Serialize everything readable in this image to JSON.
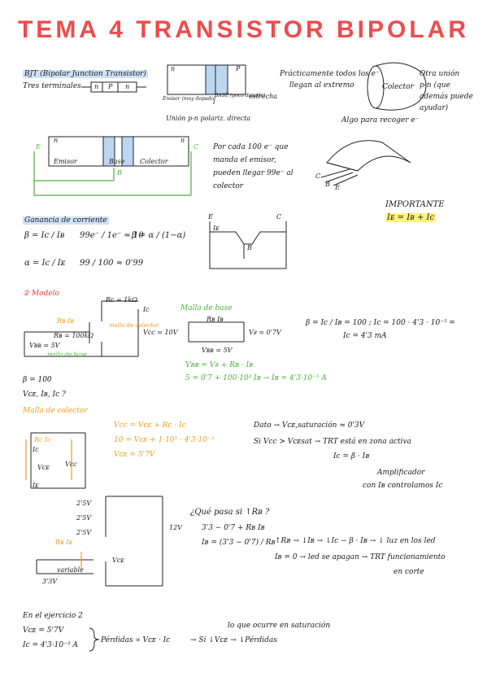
{
  "title": "TEMA 4 TRANSISTOR BIPOLAR",
  "bjt": {
    "heading": "BJT (Bipolar Junction Transistor)",
    "terminals": "Tres terminales",
    "n1": "n",
    "p": "P",
    "n2": "n",
    "emisor_note": "Emisor (muy dopado)",
    "base_note": "BASE (poco dopada)",
    "estrecha": "estrecha",
    "union": "Unión p-n polariz. directa",
    "tiny_n": "n",
    "tiny_p": "P",
    "tiny_i": "i"
  },
  "electrons": {
    "line1": "Prácticamente todos los e⁻",
    "line2": "llegan al extremo",
    "collector": "Colector",
    "recoger": "Algo para recoger e⁻",
    "otra1": "Otra unión",
    "otra2": "p-n (que",
    "otra3": "además puede",
    "otra4": "ayudar)"
  },
  "circuit1": {
    "n1": "n",
    "n2": "n",
    "E": "E",
    "C": "C",
    "B": "B",
    "emisor": "Emisor",
    "base": "Base",
    "colector": "Colector",
    "note1": "Por cada 100 e⁻ que",
    "note2": "manda el emisor,",
    "note3": "pueden llegar 99e⁻ al",
    "note4": "colector"
  },
  "shape3d": {
    "C": "C",
    "B": "B",
    "E": "E"
  },
  "important": {
    "label": "IMPORTANTE",
    "formula": "Iᴇ = Iʙ + Iᴄ"
  },
  "gain": {
    "heading": "Ganancia de corriente",
    "beta_def": "β = Ic / Iʙ",
    "beta_num": "99e⁻ / 1e⁻ ≈ 10",
    "beta_alpha": "β = α / (1−α)",
    "alpha_def": "α = Ic / Iᴇ",
    "alpha_num": "99 / 100 ≈ 0'99"
  },
  "circuit2": {
    "E": "E",
    "C": "C",
    "B": "B",
    "Ie": "Iᴇ"
  },
  "mosfet": {
    "heading": "② Modelo",
    "rc": "Rc = 1kΩ",
    "ic": "Ic",
    "rb_ib": "Rʙ Iʙ",
    "rb": "Rʙ = 100kΩ",
    "vbb": "Vʙʙ = 5V",
    "vcc": "Vcc = 10V",
    "malla_col": "malla de colector",
    "malla_base": "malla de base",
    "beta": "β = 100",
    "ask": "Vᴄᴇ, Iʙ, Ic ?"
  },
  "base_mesh": {
    "heading": "Malla de base",
    "rb_ib": "Rʙ  Iʙ",
    "vf": "Vғ = 0'7V",
    "vbb": "Vʙʙ = 5V",
    "eq1": "Vʙʙ = Vғ + Rʙ · Iʙ",
    "eq2": "5 = 0'7 + 100·10³ Iʙ → Iʙ = 4'3·10⁻⁵ A"
  },
  "beta_result": {
    "eq1": "β = Ic / Iʙ = 100 ;  Ic = 100 · 4'3 · 10⁻⁵ =",
    "eq2": "Ic = 4'3 mA"
  },
  "collector_mesh": {
    "heading": "Malla de colector",
    "rc_ic": "Rc Ic",
    "ic": "Ic",
    "vce": "Vᴄᴇ",
    "vcc": "Vcc",
    "ie": "Iᴇ",
    "eq1": "Vcc = Vᴄᴇ + Rc · Ic",
    "eq2": "10 = Vᴄᴇ + 1·10³ · 4'3·10⁻³",
    "eq3": "Vᴄᴇ = 5'7V"
  },
  "dato": {
    "line1": "Dato → Vᴄᴇ,saturación ≈ 0'3V",
    "line2": "Si  Vcc > Vᴄᴇsat → TRT está en zona activa",
    "line3": "Ic = β · Iʙ",
    "line4": "Amplificador",
    "line5": "con Iʙ controlamos Ic"
  },
  "led_circuit": {
    "v1": "2'5V",
    "v2": "2'5V",
    "v3": "2'5V",
    "v12": "12V",
    "rb_ib": "Rʙ Iʙ",
    "variable": "variable",
    "v33": "3'3V",
    "vce": "Vᴄᴇ"
  },
  "question": {
    "q": "¿Qué pasa si ↑Rʙ ?",
    "eq1": "3'3 − 0'7 + Rʙ Iʙ",
    "eq2": "Iʙ = (3'3 − 0'7) / Rʙ",
    "chain1": "↑Rʙ → ↓Iʙ → ↓Ic − β · Iʙ → ↓ luz en los led",
    "chain2": "Iʙ = 0 → led se apagan → TRT funcionamiento",
    "chain3": "en corte"
  },
  "bottom": {
    "heading": "En el ejercicio 2",
    "vce": "Vᴄᴇ = 5'7V",
    "ic": "Ic = 4'3·10⁻³ A",
    "perdidas": "Pérdidas ∝ Vᴄᴇ · Ic",
    "arrow_text": "→ Si ↓Vᴄᴇ → ↓Pérdidas",
    "saturacion": "lo que ocurre en saturación"
  }
}
